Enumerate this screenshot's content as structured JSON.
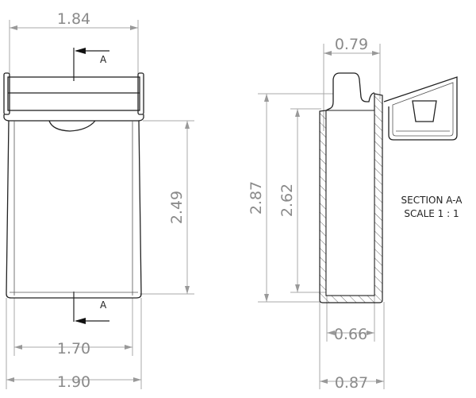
{
  "front_view": {
    "dims": {
      "top_width": "1.84",
      "inner_width": "1.70",
      "overall_width": "1.90",
      "body_height": "2.49"
    },
    "section_marker_top": "A",
    "section_marker_bottom": "A"
  },
  "section_view": {
    "dims": {
      "top_width": "0.79",
      "overall_height": "2.87",
      "inner_height": "2.62",
      "inner_width": "0.66",
      "overall_width": "0.87"
    },
    "title": "SECTION A-A",
    "scale": "SCALE 1 : 1"
  }
}
